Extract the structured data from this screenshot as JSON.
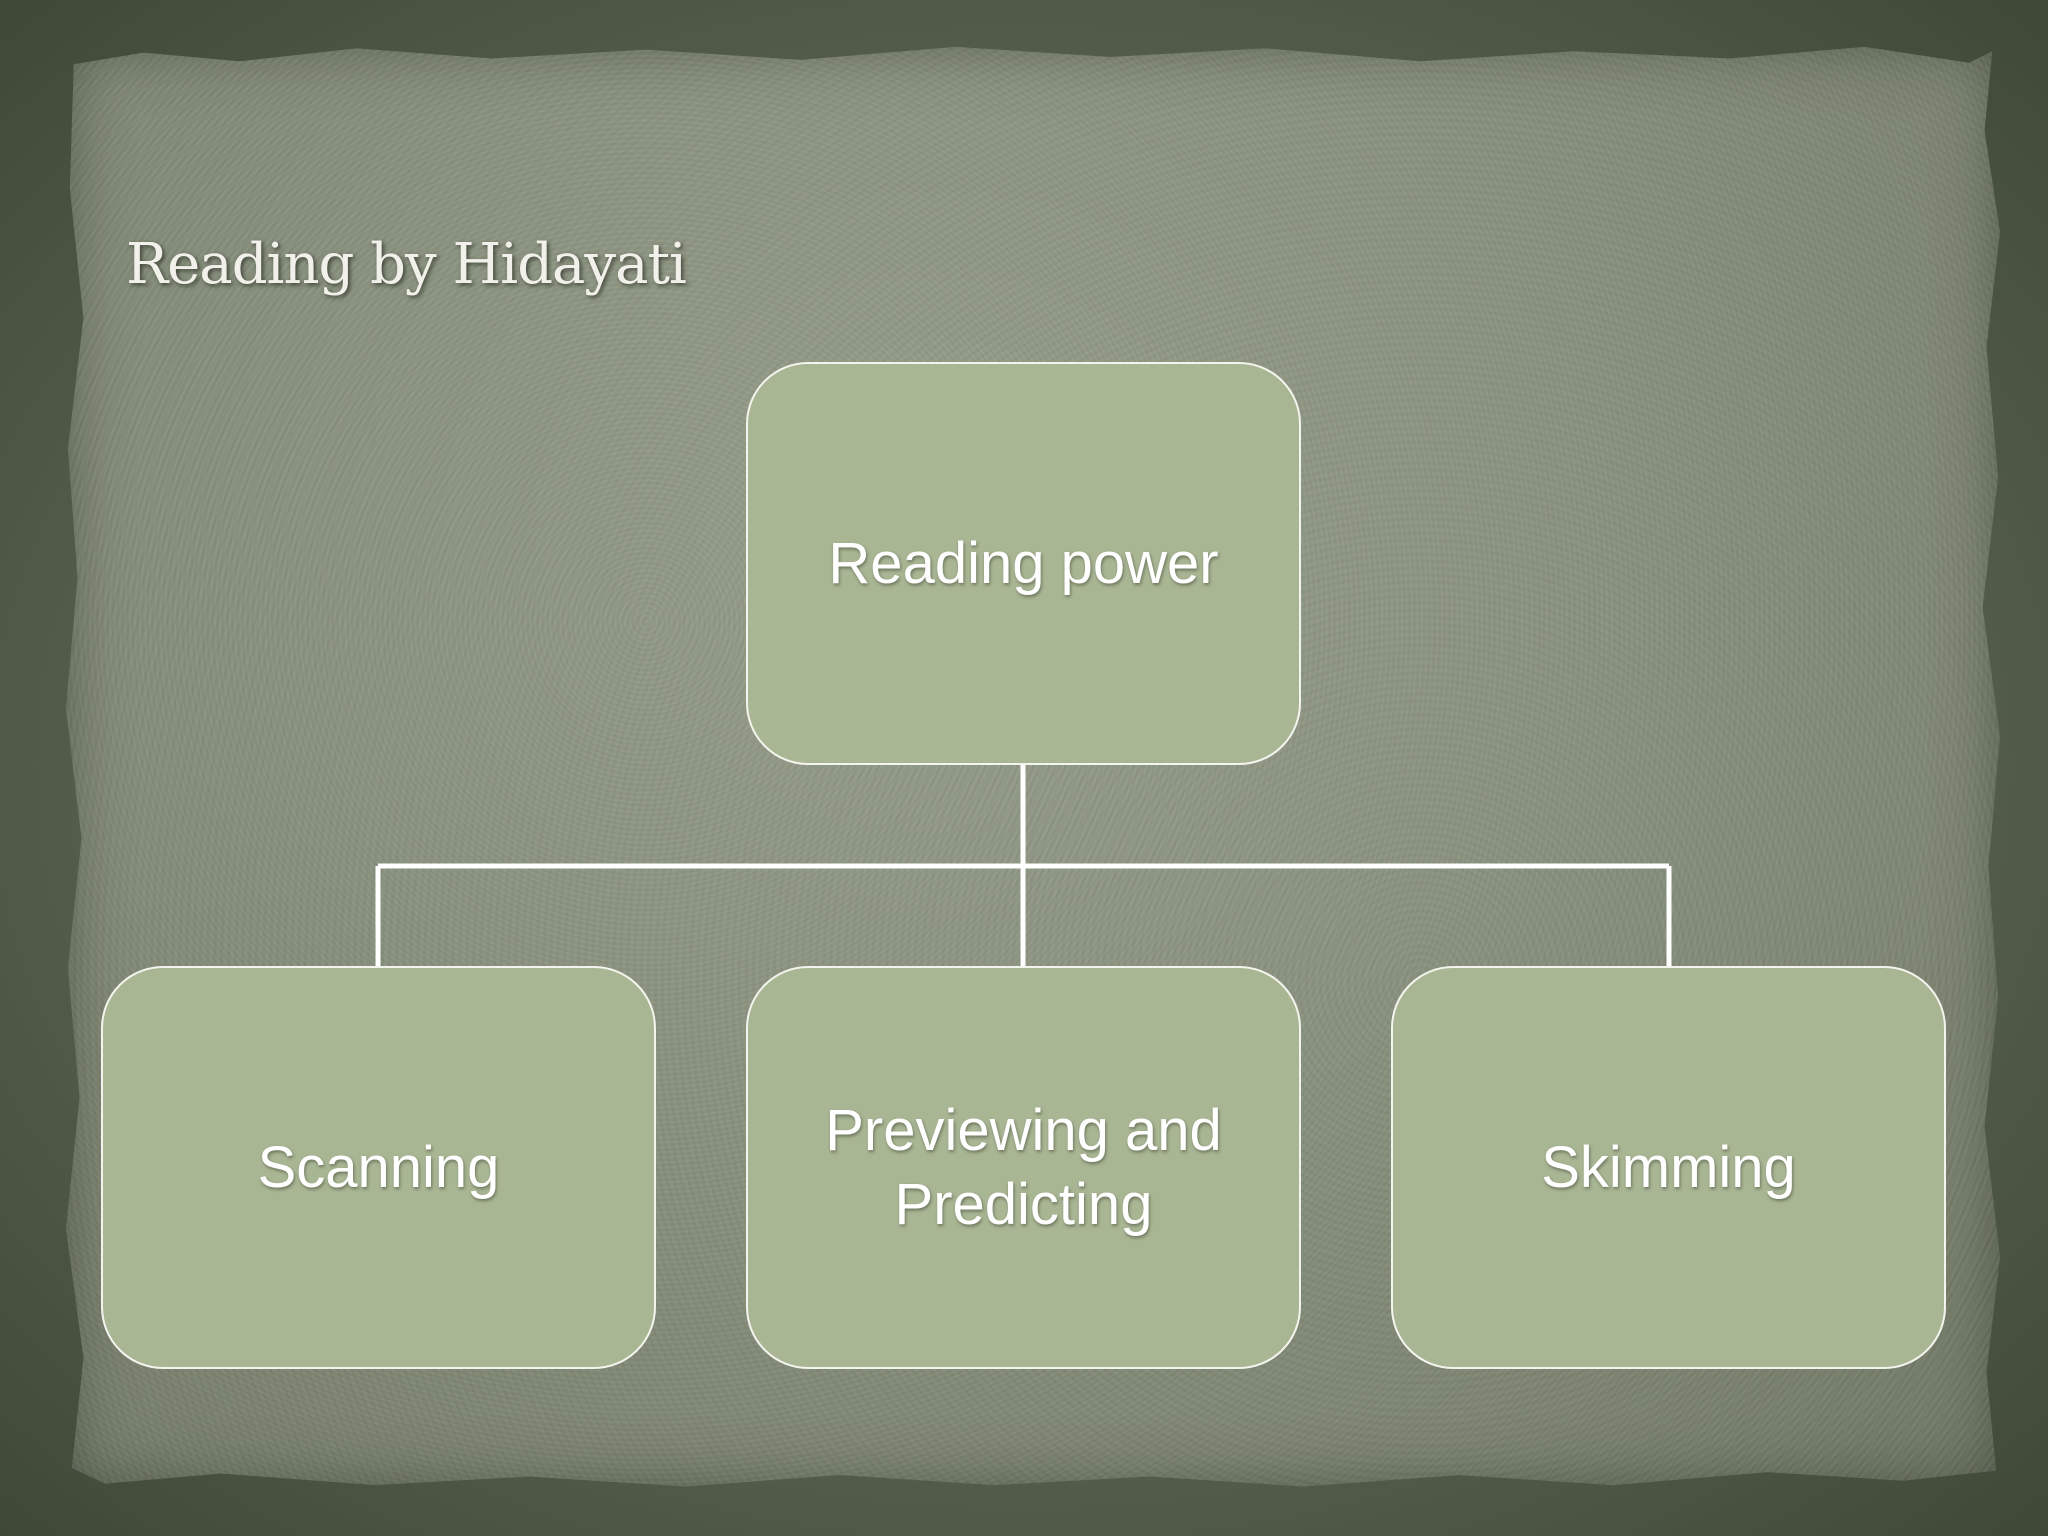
{
  "slide": {
    "title": "Reading by Hidayati"
  },
  "diagram": {
    "type": "hierarchy",
    "root": {
      "label": "Reading power"
    },
    "children": [
      {
        "label": "Scanning"
      },
      {
        "label": "Previewing and\nPredicting"
      },
      {
        "label": "Skimming"
      }
    ],
    "colors": {
      "node_fill": "#a9b694",
      "node_border": "#f4f4ee",
      "connector": "#ffffff",
      "text": "#ffffff"
    }
  }
}
